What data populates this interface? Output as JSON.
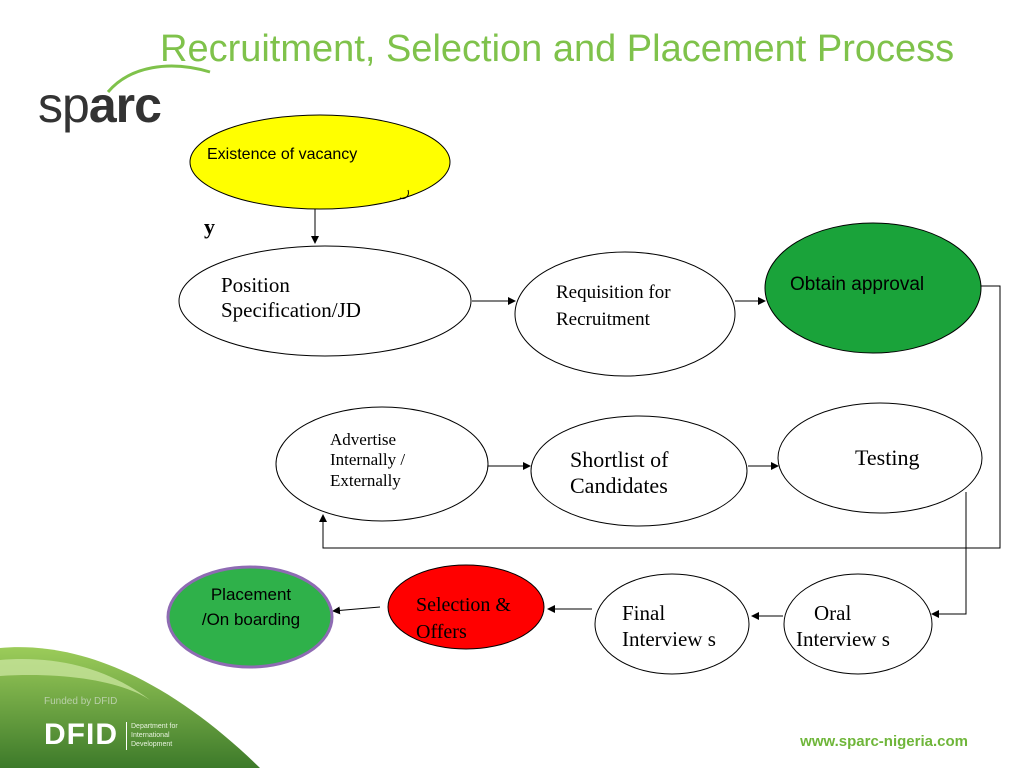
{
  "title": "Recruitment, Selection and Placement Process",
  "logo": {
    "prefix": "sp",
    "suffix": "arc"
  },
  "colors": {
    "title": "#7fc24b",
    "vacancy": "#ffff00",
    "approval": "#1aa33a",
    "selection": "#ff0000",
    "placement": "#2fb14a",
    "placement_border": "#8e6bb3"
  },
  "nodes": {
    "vacancy": "Existence of vacancy",
    "vacancy_fragment": "y",
    "position_spec": "Position Specification/JD",
    "requisition": "Requisition for Recruitment",
    "approval": "Obtain approval",
    "advertise": "Advertise Internally / Externally",
    "shortlist": "Shortlist of Candidates",
    "testing": "Testing",
    "oral": "Oral Interview s",
    "final": "Final Interview s",
    "selection": "Selection & Offers",
    "placement": "Placement /On boarding"
  },
  "footer": {
    "url": "www.sparc-nigeria.com",
    "funder_sup": "Funded by DFID",
    "funder": "DFID",
    "funder_sub": "Department for International Development"
  }
}
